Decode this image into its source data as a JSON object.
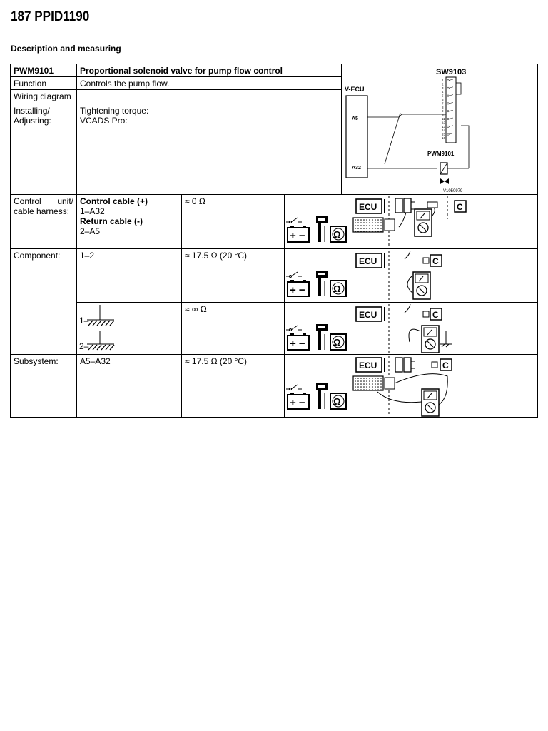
{
  "page": {
    "title": "187 PPID1190",
    "subtitle": "Description and measuring"
  },
  "header": {
    "code": "PWM9101",
    "description": "Proportional solenoid valve for pump flow control"
  },
  "rows": {
    "function": {
      "label": "Function",
      "value": "Controls the pump flow."
    },
    "wiring": {
      "label": "Wiring diagram"
    },
    "installing": {
      "label_1": "Installing/",
      "label_2": "Adjusting:",
      "value_1": "Tightening torque:",
      "value_2": "VCADS Pro:"
    }
  },
  "wiring_diagram": {
    "switch_id": "SW9103",
    "ecu_label": "V-ECU",
    "pin_a5": "A5",
    "pin_a32": "A32",
    "valve_id": "PWM9101",
    "image_ref": "V1050979",
    "pins": [
      "1",
      "2",
      "3",
      "4",
      "5",
      "6",
      "7",
      "8",
      "9",
      "10",
      "11",
      "12",
      "13",
      "14",
      "15",
      "16"
    ]
  },
  "measurements": {
    "control_unit": {
      "label_1": "Control unit/",
      "label_2": "cable harness:",
      "control_cable": "Control cable (+)",
      "control_pins": "1–A32",
      "return_cable": "Return cable (-)",
      "return_pins": "2–A5",
      "value": "≈ 0 Ω"
    },
    "component": {
      "label": "Component:",
      "pins": "1–2",
      "value": "≈ 17.5 Ω (20 °C)",
      "ground_1": "1–",
      "ground_2": "2–",
      "ground_value": "≈ ∞ Ω"
    },
    "subsystem": {
      "label": "Subsystem:",
      "pins": "A5–A32",
      "value": "≈ 17.5 Ω (20 °C)"
    }
  },
  "illustration_labels": {
    "ecu": "ECU",
    "c": "C",
    "plus_minus": "+ −",
    "ohm": "Ω"
  }
}
